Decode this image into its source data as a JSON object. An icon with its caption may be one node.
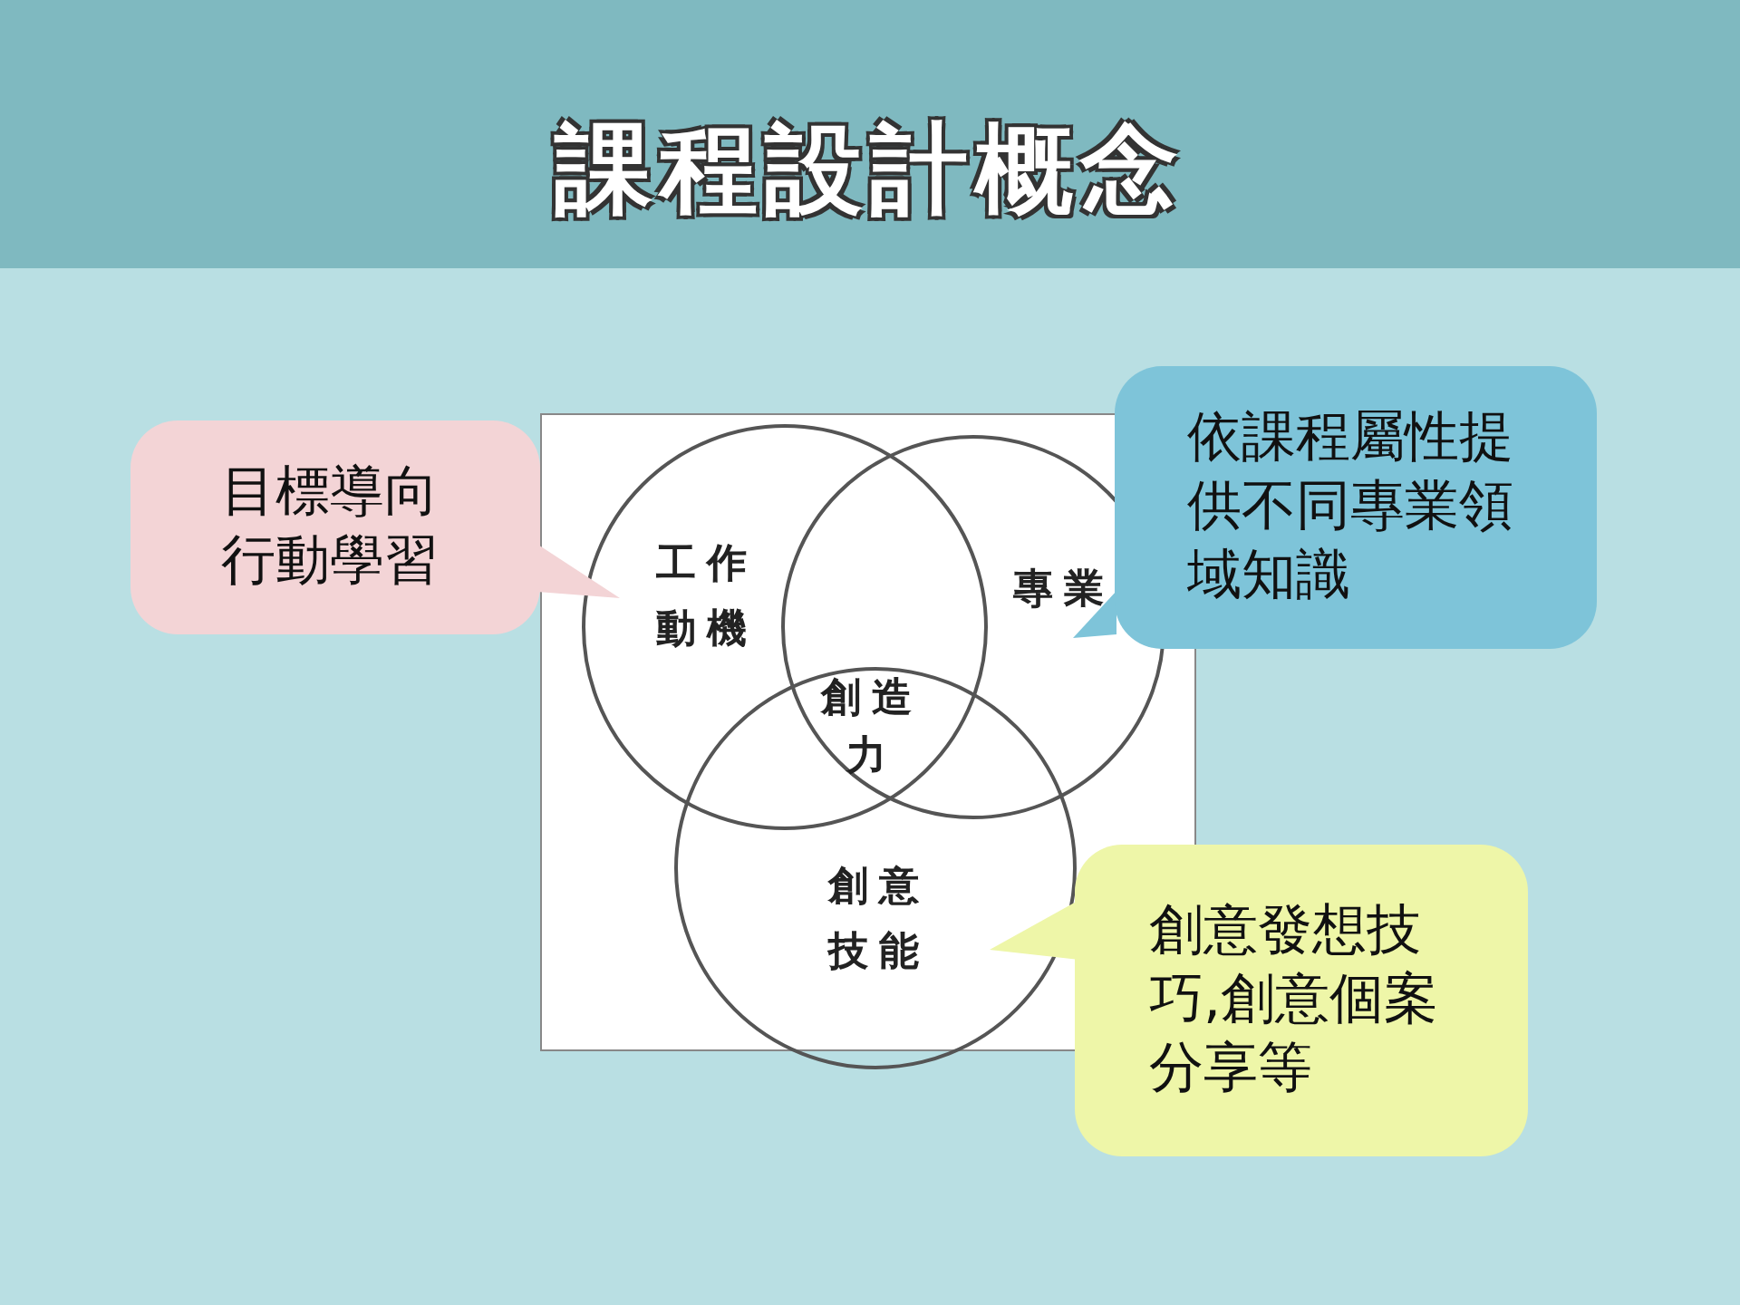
{
  "diagram": {
    "title": "課程設計概念",
    "nodes": [
      {
        "text": [],
        "shape": "box"
      },
      {
        "text": [
          "工作動機"
        ],
        "in": 0
      },
      {
        "text": [
          "專業"
        ],
        "in": 0
      },
      {
        "text": [
          "創意技能"
        ],
        "in": 0
      },
      {
        "text": [
          "目標導向行動學習"
        ]
      },
      {
        "text": [
          "依課程屬性提供不同專業領域知識"
        ]
      },
      {
        "text": [
          "創意發想技巧,創意個案分享等"
        ]
      }
    ],
    "edges": [
      {
        "from": 4,
        "to": 1,
        "arrow": "to"
      },
      {
        "from": 5,
        "to": 2,
        "arrow": "to"
      },
      {
        "from": 6,
        "to": 3,
        "arrow": "to"
      }
    ],
    "labels": [
      "創造力"
    ]
  }
}
